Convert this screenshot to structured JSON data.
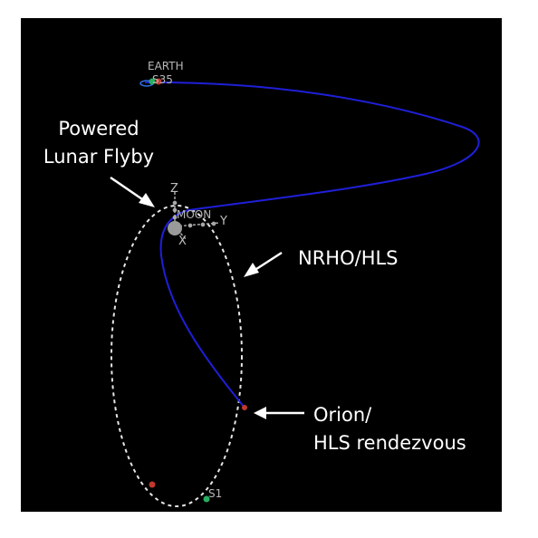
{
  "bodies": {
    "earth_label": "EARTH",
    "earth_overlap_label": "S35",
    "moon_label": "MOON",
    "axis_z": "Z",
    "axis_y": "Y",
    "axis_x": "X",
    "station_label": "S1"
  },
  "callouts": {
    "flyby_line1": "Powered",
    "flyby_line2": "Lunar Flyby",
    "nrho": "NRHO/HLS",
    "rendezvous_line1": "Orion/",
    "rendezvous_line2": "HLS rendezvous"
  },
  "colors": {
    "space_background": "#000000",
    "trajectory": "#1f1fd8",
    "nrho_orbit": "#e6e6e6",
    "annotation_text": "#ffffff",
    "marker_red": "#c0392b",
    "marker_green": "#27ae60",
    "marker_blue": "#2f6fe0"
  }
}
